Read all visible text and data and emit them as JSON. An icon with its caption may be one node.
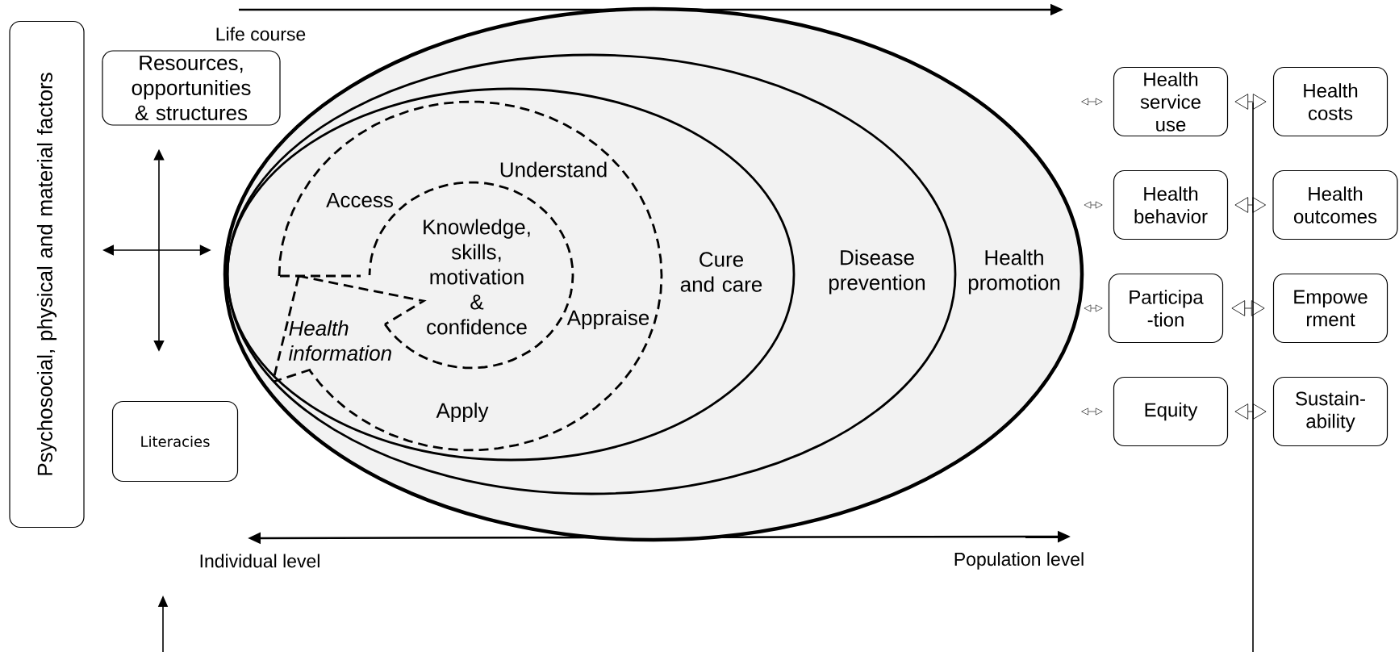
{
  "diagram": {
    "nodes": [
      {
        "text": [
          "Psychosocial, physical and material factors"
        ]
      },
      {
        "text": [
          "Resources, opportunities & structures"
        ]
      },
      {
        "text": [
          "Literacies"
        ]
      },
      {
        "text": [
          "Health promotion"
        ]
      },
      {
        "text": [
          "Disease prevention"
        ],
        "in": 3
      },
      {
        "text": [
          "Cure and care"
        ],
        "in": 4
      },
      {
        "text": [
          "Understand",
          "Access",
          "Appraise",
          "Health information",
          "Apply"
        ],
        "in": 5
      },
      {
        "text": [
          "Knowledge, skills, motivation & confidence"
        ],
        "in": 6
      },
      {
        "text": [
          "Health service use"
        ]
      },
      {
        "text": [
          "Health costs"
        ]
      },
      {
        "text": [
          "Health behavior"
        ]
      },
      {
        "text": [
          "Health outcomes"
        ]
      },
      {
        "text": [
          "Participa -tion"
        ]
      },
      {
        "text": [
          "Empowe rment"
        ]
      },
      {
        "text": [
          "Equity"
        ]
      },
      {
        "text": [
          "Sustain- ability"
        ]
      }
    ],
    "edges": [
      {
        "from": 0,
        "to": 3,
        "arrow": "both"
      },
      {
        "from": 1,
        "to": 2,
        "arrow": "both"
      },
      {
        "from": null,
        "to": 8,
        "arrow": "both"
      },
      {
        "from": 3,
        "to": 10,
        "arrow": "both"
      },
      {
        "from": 3,
        "to": 12,
        "arrow": "both"
      },
      {
        "from": null,
        "to": 14,
        "arrow": "both"
      },
      {
        "from": 8,
        "to": 9,
        "arrow": "both"
      },
      {
        "from": 10,
        "to": 11,
        "arrow": "both"
      },
      {
        "from": 12,
        "to": 13,
        "arrow": "both"
      },
      {
        "from": 14,
        "to": 15,
        "arrow": "both"
      }
    ],
    "labels": [
      "Life course",
      "Individual level",
      "Population level"
    ]
  }
}
